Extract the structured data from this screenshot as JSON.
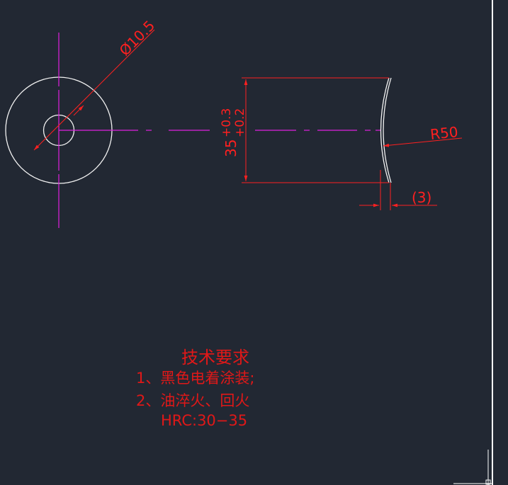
{
  "drawing": {
    "dimensions": {
      "diameter": "Ø10.5",
      "height_nominal": "35",
      "height_upper_tol": "+0.3",
      "height_lower_tol": "+0.2",
      "radius": "R50",
      "width_ref": "(3)"
    },
    "tech_requirements": {
      "title": "技术要求",
      "line1": "1、黑色电着涂装;",
      "line2": "2、油淬火、回火",
      "line3": "HRC:30−35"
    }
  },
  "colors": {
    "background": "#222833",
    "geometry": "#f2f2f2",
    "centerline": "#e020e0",
    "dimension": "#ff2020",
    "border": "#ffffff"
  }
}
